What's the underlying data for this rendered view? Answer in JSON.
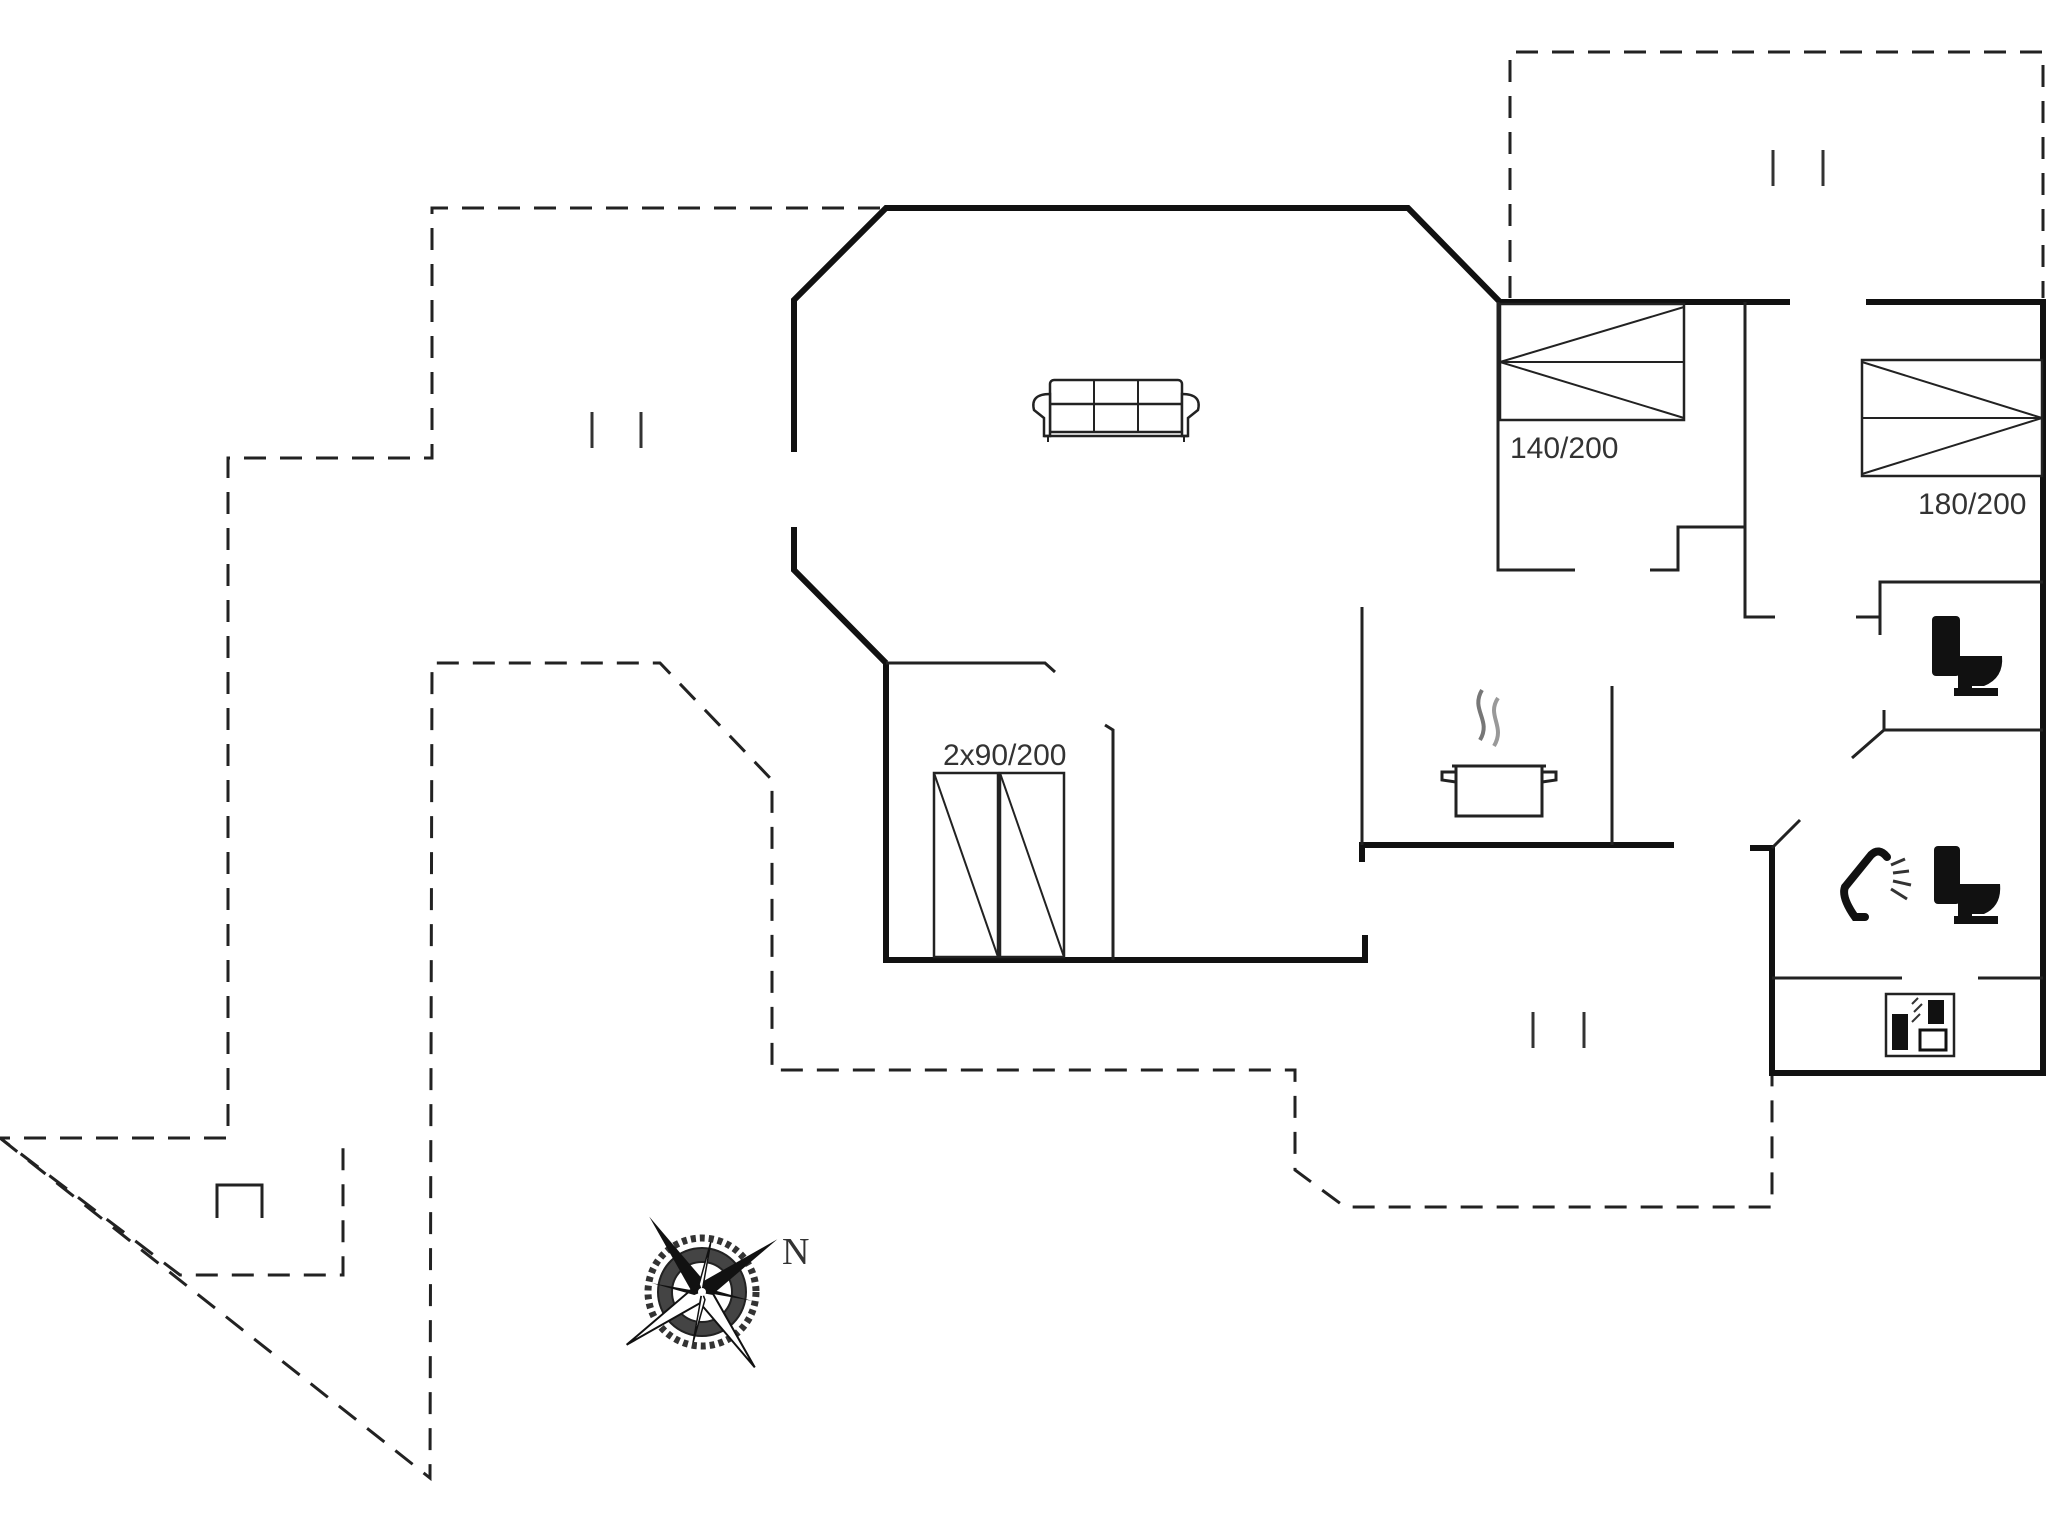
{
  "labels": {
    "bed_double_1": "140/200",
    "bed_double_2": "180/200",
    "bed_twin": "2x90/200",
    "compass_north": "N"
  },
  "icons": {
    "sofa": "sofa-icon",
    "cooking_pot": "cooking-pot-icon",
    "toilet_1": "toilet-icon",
    "toilet_2": "toilet-icon",
    "shower": "shower-icon",
    "washer": "washing-machine-icon",
    "compass": "compass-rose-icon"
  },
  "colors": {
    "wall": "#111111",
    "line": "#222222",
    "background": "#ffffff"
  }
}
